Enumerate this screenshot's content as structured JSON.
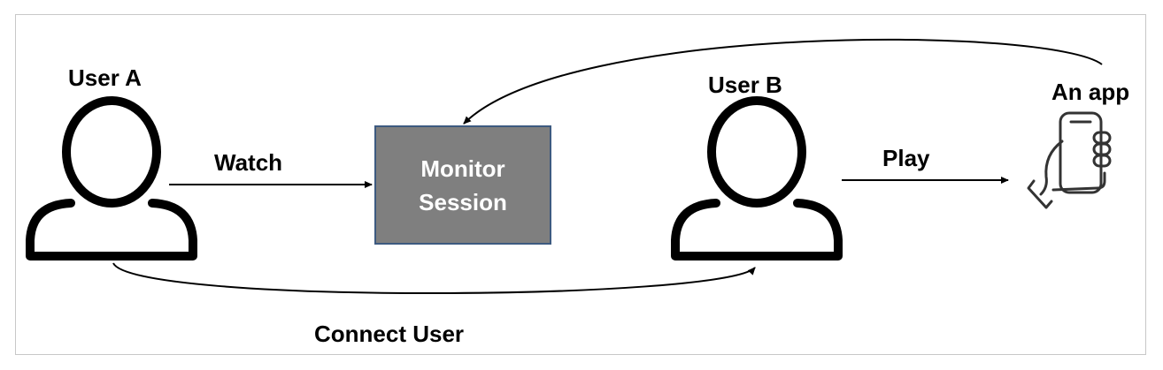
{
  "nodes": {
    "user_a": {
      "label": "User A"
    },
    "user_b": {
      "label": "User B"
    },
    "app": {
      "label": "An app"
    },
    "monitor": {
      "label": "Monitor\nSession"
    }
  },
  "edges": {
    "watch": {
      "label": "Watch"
    },
    "play": {
      "label": "Play"
    },
    "connect": {
      "label": "Connect User"
    }
  },
  "colors": {
    "box_fill": "#7f7f7f",
    "box_border": "#3d5a80",
    "stroke": "#000000"
  }
}
